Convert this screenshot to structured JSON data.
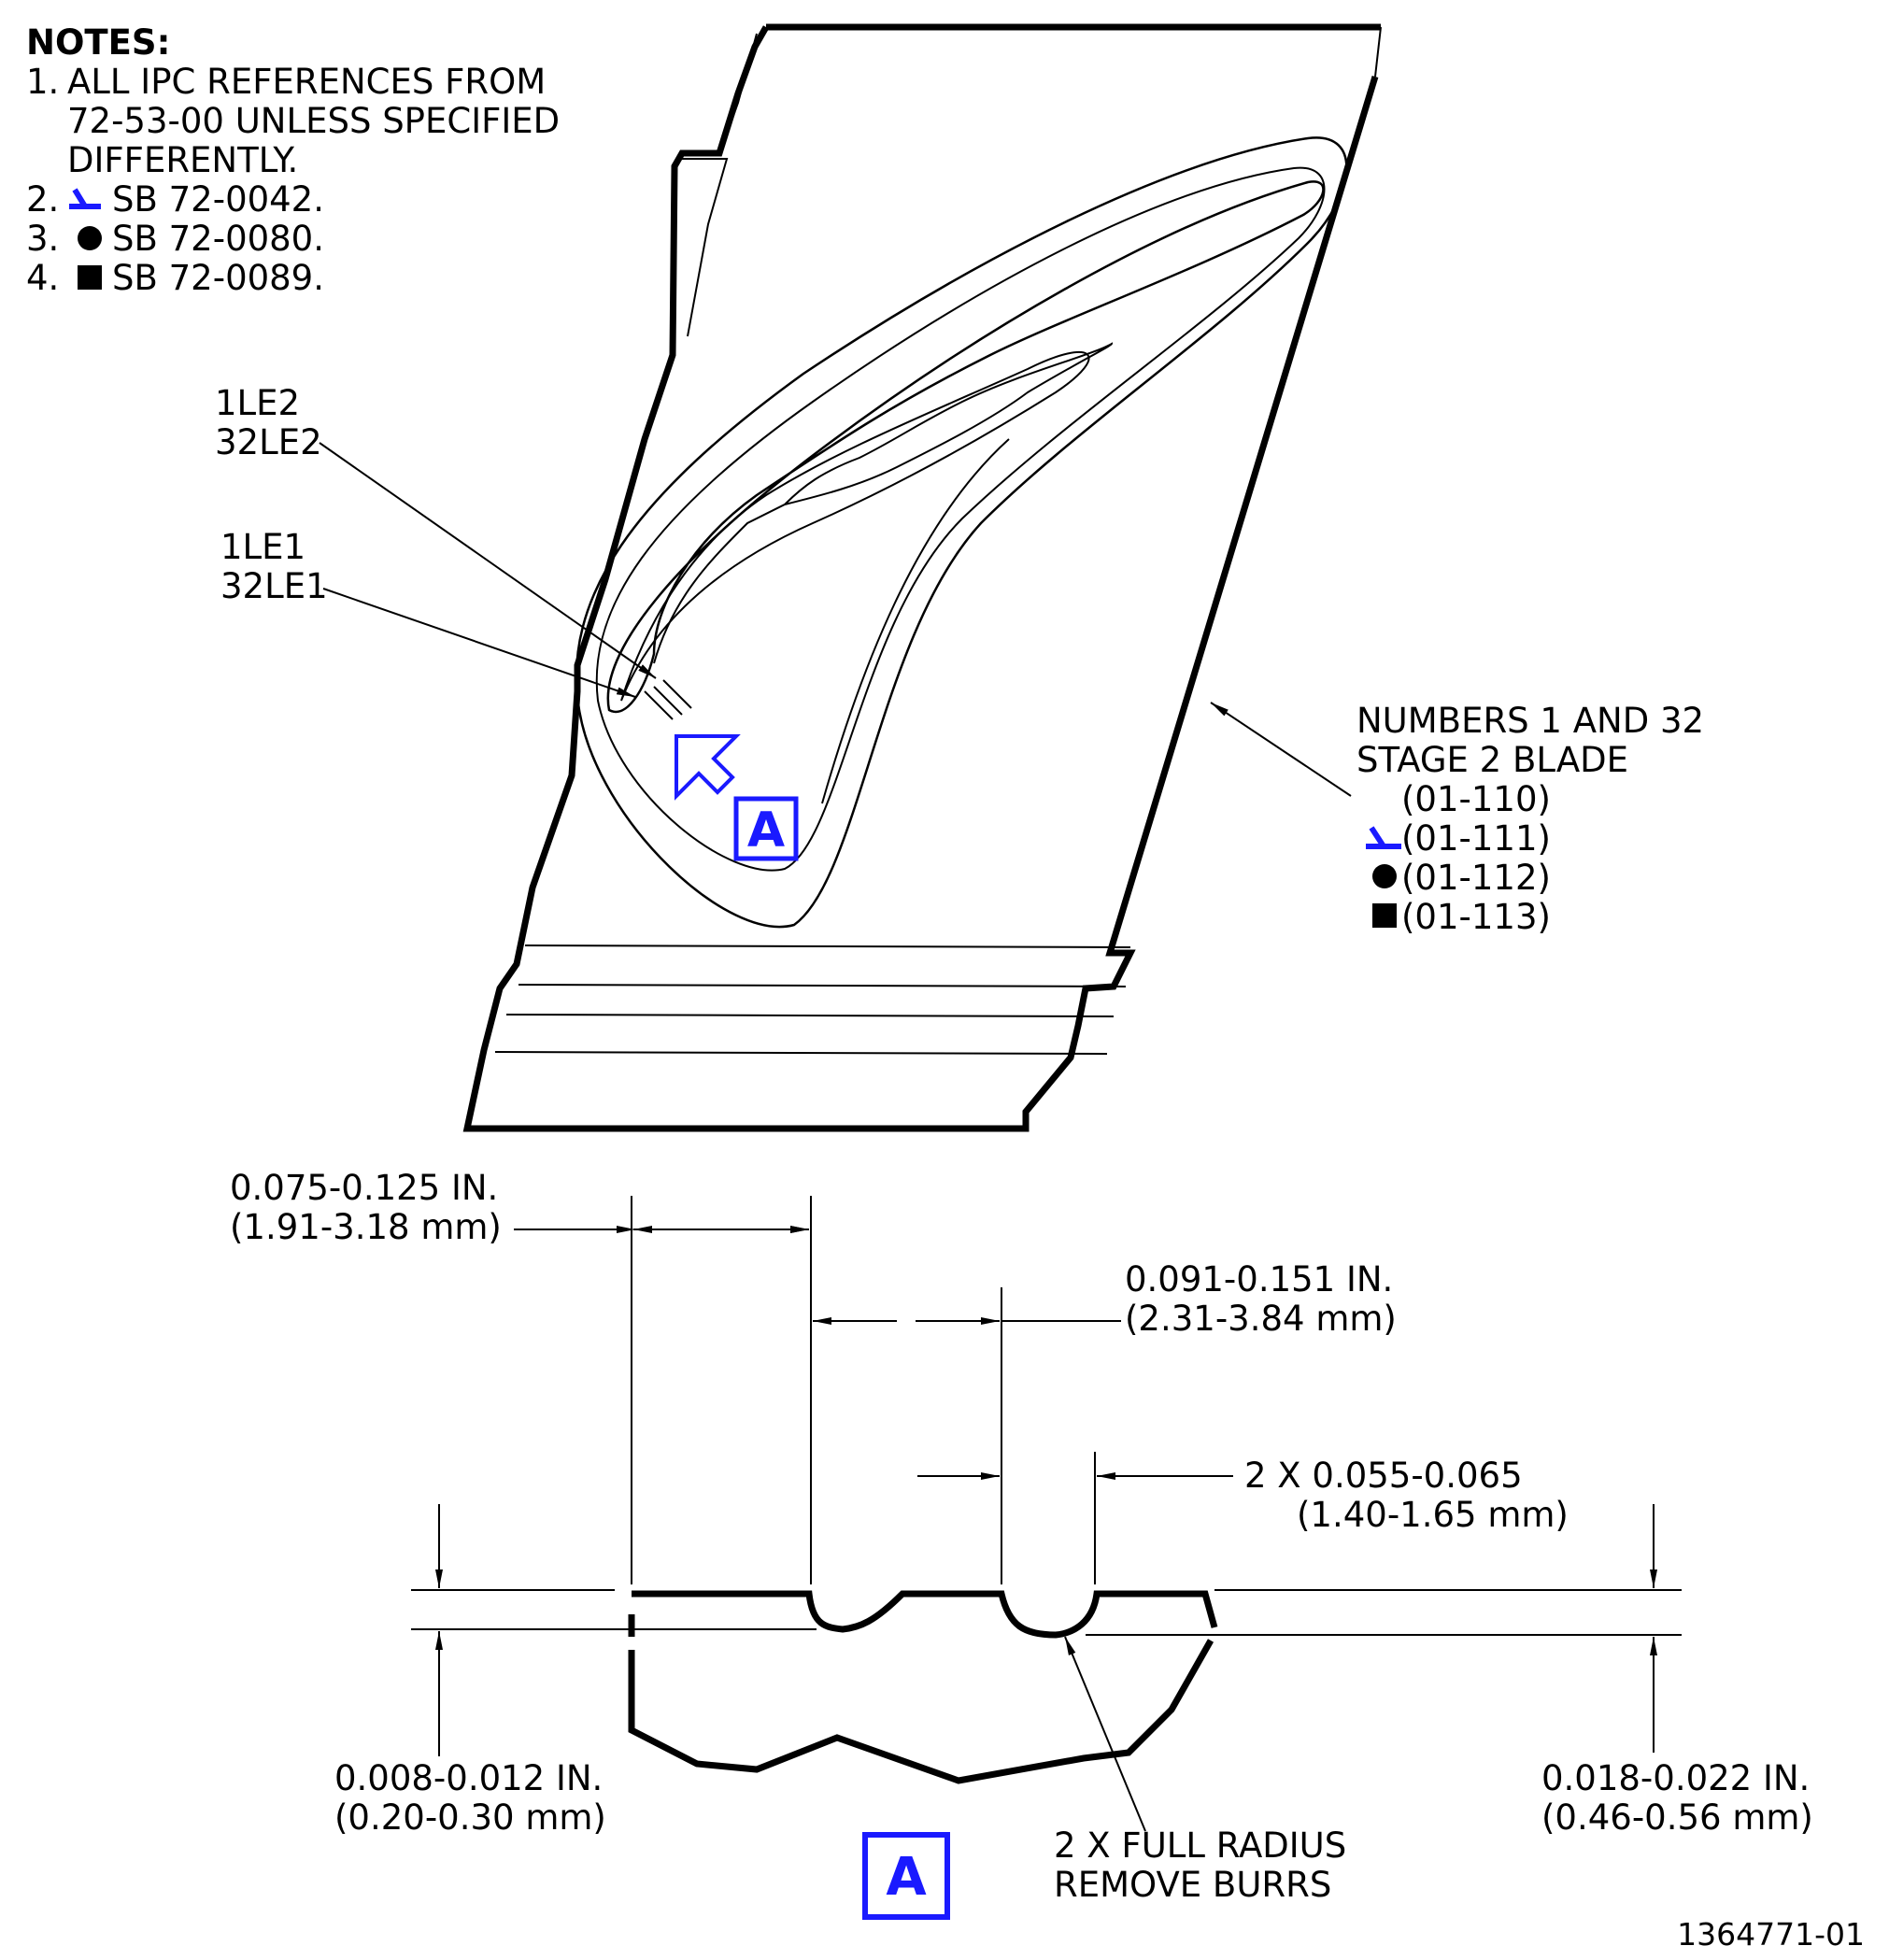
{
  "notes": {
    "heading": "NOTES:",
    "items": [
      {
        "num": "1.",
        "lines": [
          "ALL IPC REFERENCES FROM",
          "72-53-00 UNLESS SPECIFIED",
          "DIFFERENTLY."
        ]
      },
      {
        "num": "2.",
        "symbol": "blue-check-icon",
        "text": "SB 72-0042."
      },
      {
        "num": "3.",
        "symbol": "filled-circle-icon",
        "text": "SB 72-0080."
      },
      {
        "num": "4.",
        "symbol": "filled-square-icon",
        "text": "SB 72-0089."
      }
    ]
  },
  "callouts": {
    "le2": [
      "1LE2",
      "32LE2"
    ],
    "le1": [
      "1LE1",
      "32LE1"
    ],
    "blade": {
      "title_lines": [
        "NUMBERS 1 AND 32",
        "STAGE 2 BLADE"
      ],
      "parts": [
        {
          "symbol": "",
          "text": "(01-110)"
        },
        {
          "symbol": "blue-check-icon",
          "text": "(01-111)"
        },
        {
          "symbol": "filled-circle-icon",
          "text": "(01-112)"
        },
        {
          "symbol": "filled-square-icon",
          "text": "(01-113)"
        }
      ]
    }
  },
  "view_label": "A",
  "dimensions": {
    "d1": [
      "0.075-0.125 IN.",
      "(1.91-3.18 mm)"
    ],
    "d2": [
      "0.091-0.151 IN.",
      "(2.31-3.84 mm)"
    ],
    "d3": [
      "2 X 0.055-0.065",
      "(1.40-1.65 mm)"
    ],
    "d4": [
      "0.008-0.012 IN.",
      "(0.20-0.30 mm)"
    ],
    "d5": [
      "0.018-0.022 IN.",
      "(0.46-0.56 mm)"
    ],
    "radius": [
      "2 X FULL RADIUS",
      "REMOVE BURRS"
    ]
  },
  "drawing_number": "1364771-01",
  "colors": {
    "accent": "#1a1aff",
    "ink": "#000000"
  }
}
